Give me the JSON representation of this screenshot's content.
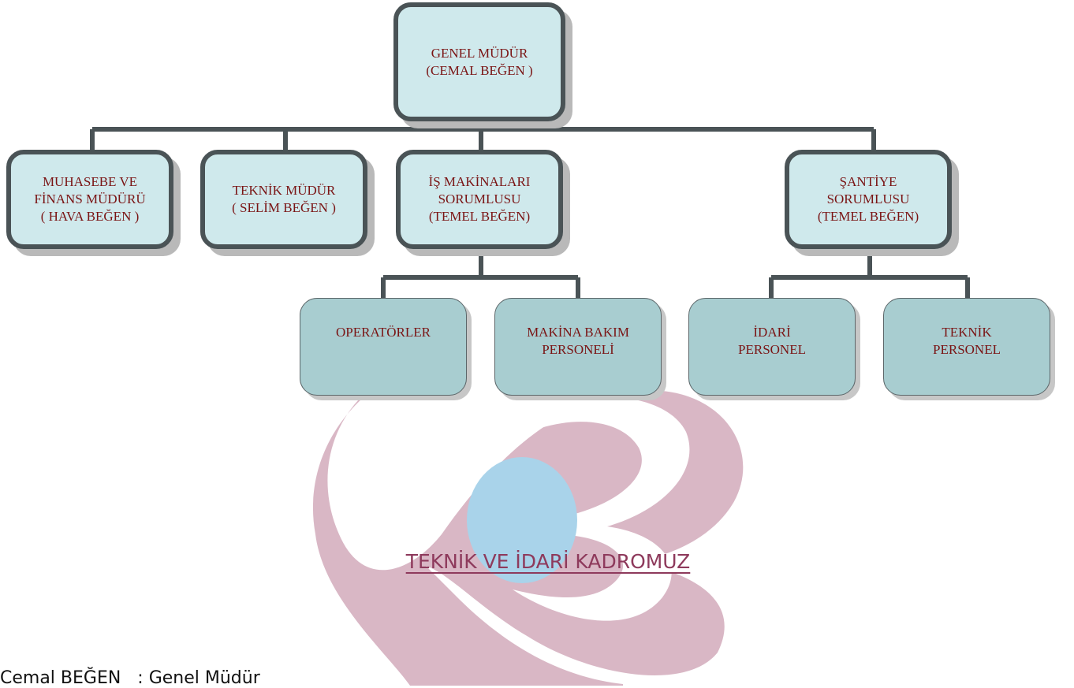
{
  "org_chart": {
    "root": {
      "lines": [
        "GENEL MÜDÜR",
        "(CEMAL BEĞEN )"
      ]
    },
    "level1": [
      {
        "lines": [
          "MUHASEBE VE",
          "FİNANS MÜDÜRÜ",
          "( HAVA BEĞEN )"
        ]
      },
      {
        "lines": [
          "TEKNİK MÜDÜR",
          "( SELİM BEĞEN )"
        ]
      },
      {
        "lines": [
          "İŞ MAKİNALARI",
          "SORUMLUSU",
          "(TEMEL BEĞEN)"
        ]
      },
      {
        "lines": [
          "ŞANTİYE",
          "SORUMLUSU",
          "(TEMEL BEĞEN)"
        ]
      }
    ],
    "level2_machines": [
      {
        "lines": [
          "OPERATÖRLER"
        ]
      },
      {
        "lines": [
          "MAKİNA BAKIM",
          "PERSONELİ"
        ]
      }
    ],
    "level2_site": [
      {
        "lines": [
          "İDARİ",
          "PERSONEL"
        ]
      },
      {
        "lines": [
          "TEKNİK",
          "PERSONEL"
        ]
      }
    ]
  },
  "heading": "TEKNİK VE İDARİ KADROMUZ",
  "staff_list": [
    {
      "name": "Cemal BEĞEN",
      "separator": ":",
      "title": "Genel Müdür"
    }
  ],
  "colors": {
    "box_fill": "#cfe9ec",
    "leaf_fill": "#a8cdd0",
    "box_border": "#4a5356",
    "box_text": "#7a1414",
    "heading": "#8e3a5c",
    "logo_pink": "#d7b3c2",
    "logo_blue": "#a9d3ea"
  }
}
